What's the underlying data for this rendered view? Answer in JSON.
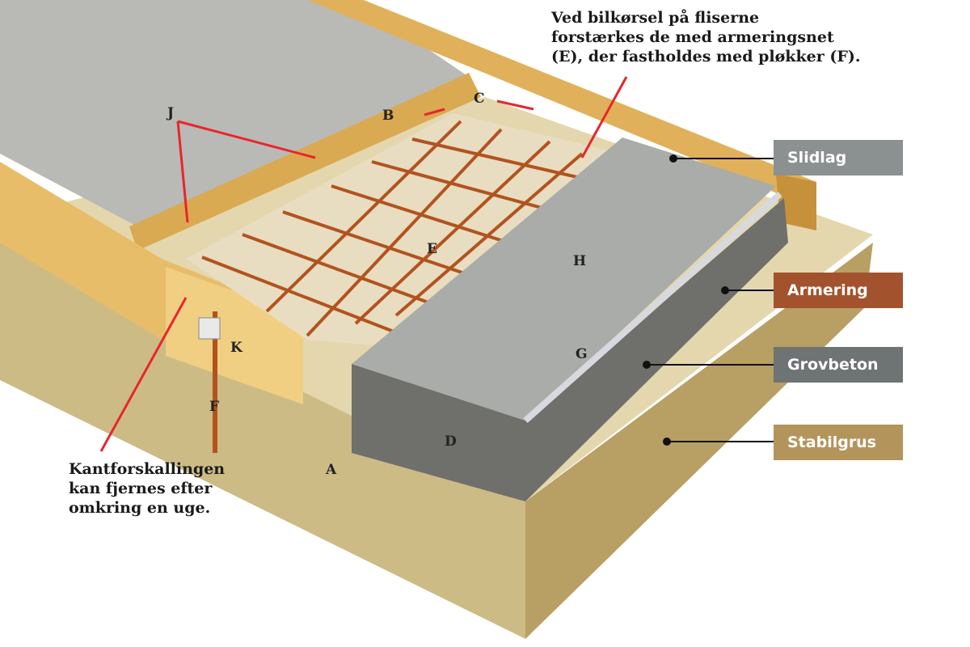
{
  "notes": {
    "top": "Ved bilkørsel på fliserne\nforstærkes de med armeringsnet\n(E), der fastholdes med pløkker (F).",
    "bottom": "Kantforskallingen\nkan fjernes efter\nomkring en uge."
  },
  "letters": {
    "A": "A",
    "B": "B",
    "C": "C",
    "D": "D",
    "E": "E",
    "F": "F",
    "G": "G",
    "H": "H",
    "J": "J",
    "K": "K"
  },
  "legend": [
    {
      "label": "Slidlag",
      "color": "#8b9190"
    },
    {
      "label": "Armering",
      "color": "#a2532e"
    },
    {
      "label": "Grovbeton",
      "color": "#6e7373"
    },
    {
      "label": "Stabilgrus",
      "color": "#b3945b"
    }
  ]
}
